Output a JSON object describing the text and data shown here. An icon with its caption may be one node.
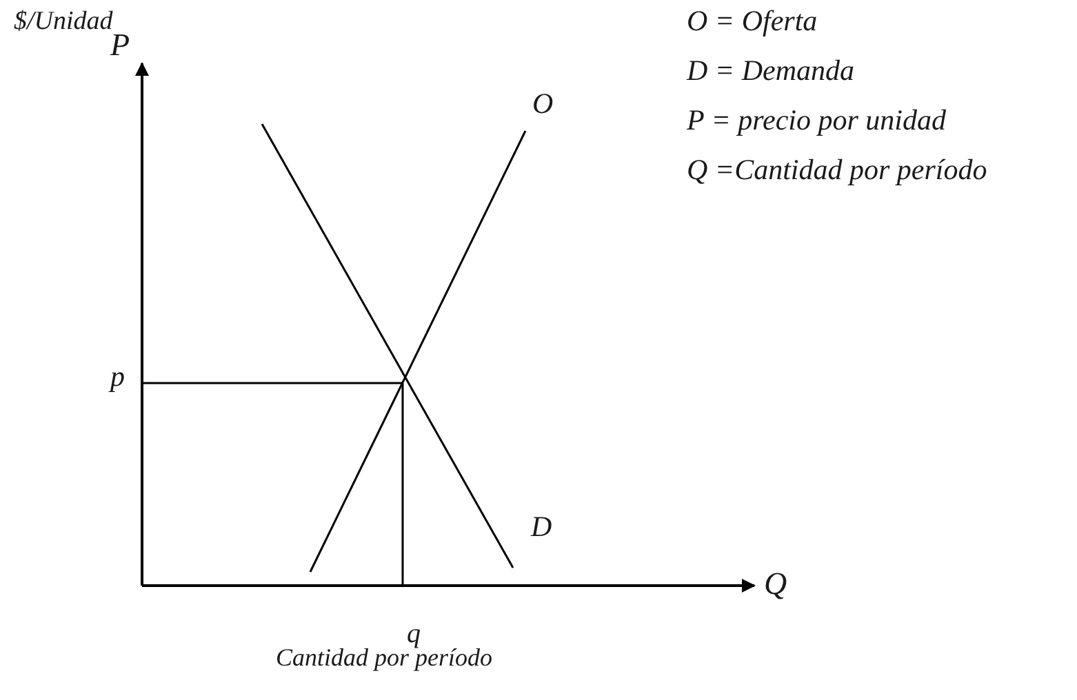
{
  "diagram": {
    "labels": [
      "$/Unidad",
      "O = Oferta",
      "P",
      "O",
      "D = Demanda",
      "P = precio por unidad",
      "Q =Cantidad por período",
      "p",
      "D",
      "Q",
      "q",
      "Cantidad por período"
    ]
  }
}
